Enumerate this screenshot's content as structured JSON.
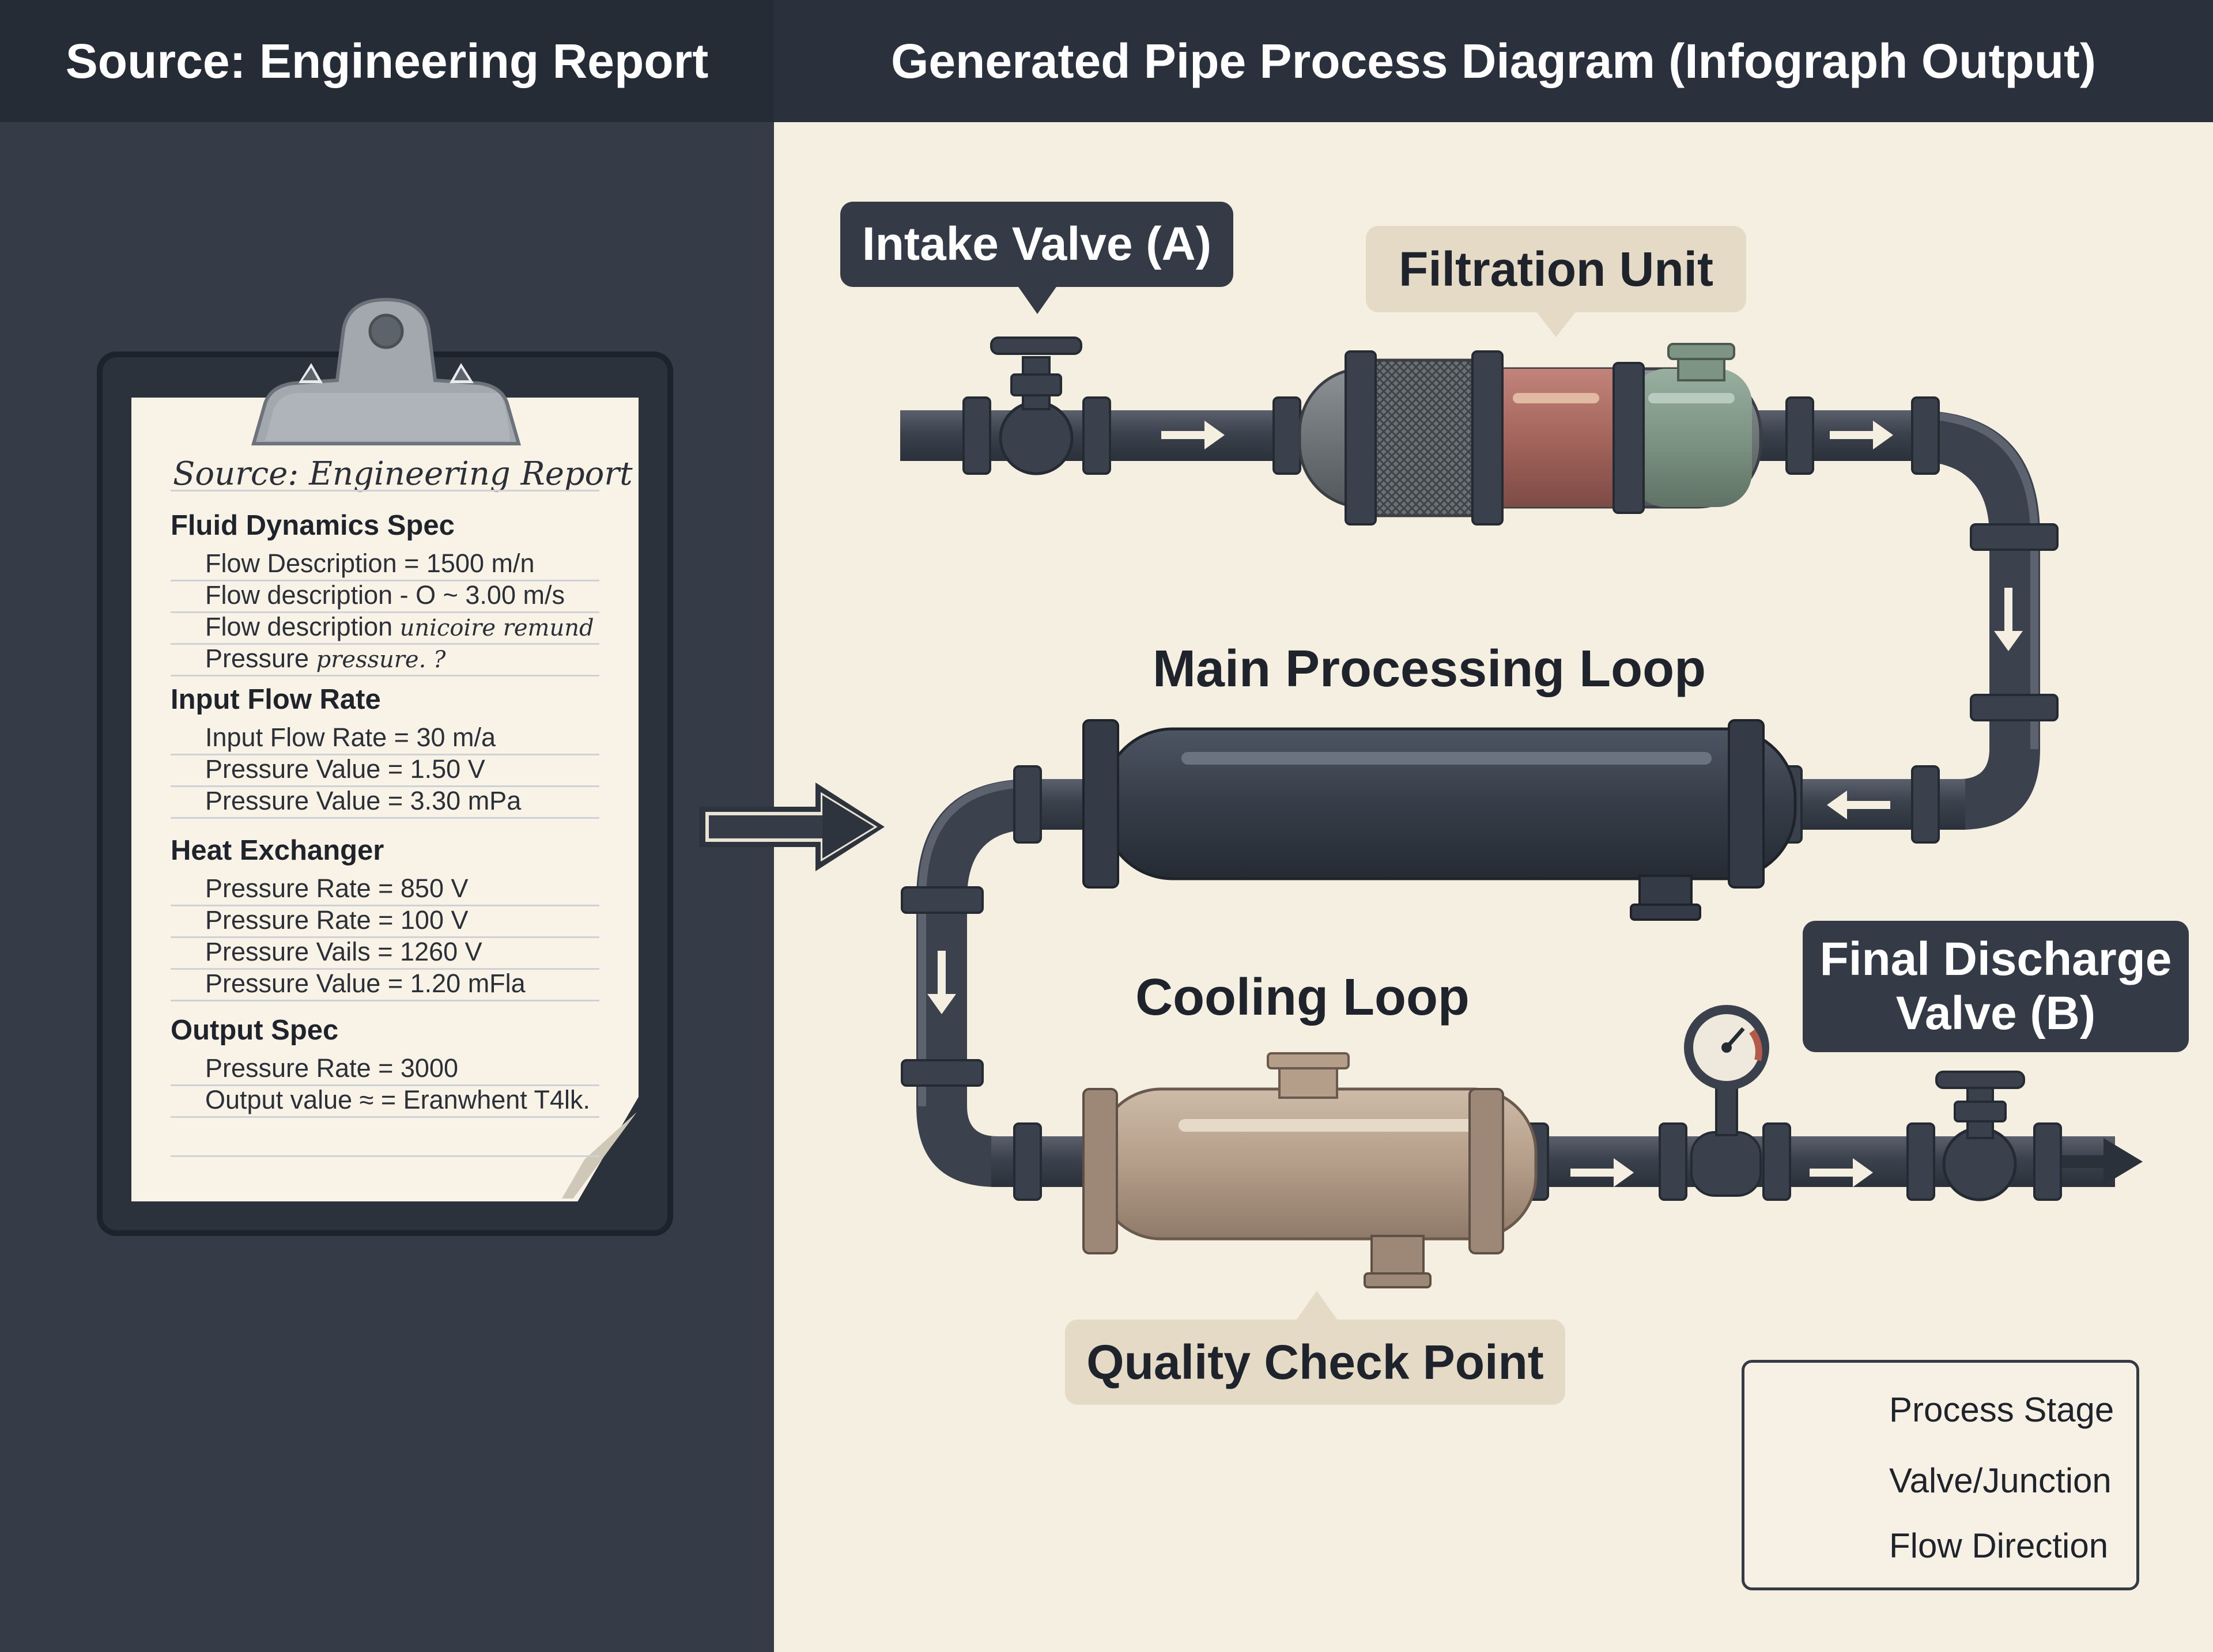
{
  "headers": {
    "left": "Source: Engineering Report",
    "right": "Generated Pipe Process Diagram (Infograph Output)"
  },
  "report": {
    "title": "Source: Engineering Report",
    "sections": [
      {
        "heading": "Fluid Dynamics Spec",
        "items": [
          {
            "text": "Flow Description = 1500 m/n",
            "note": ""
          },
          {
            "text": "Flow description - O ~ 3.00 m/s",
            "note": ""
          },
          {
            "text": "Flow description",
            "note": "unicoire remund"
          },
          {
            "text": "Pressure",
            "note": "pressure. ?"
          }
        ]
      },
      {
        "heading": "Input Flow Rate",
        "items": [
          {
            "text": "Input Flow Rate = 30 m/a",
            "note": ""
          },
          {
            "text": "Pressure Value = 1.50 V",
            "note": ""
          },
          {
            "text": "Pressure Value = 3.30 mPa",
            "note": ""
          }
        ]
      },
      {
        "heading": "Heat Exchanger",
        "items": [
          {
            "text": "Pressure Rate = 850 V",
            "note": ""
          },
          {
            "text": "Pressure Rate = 100 V",
            "note": ""
          },
          {
            "text": "Pressure Vails = 1260 V",
            "note": ""
          },
          {
            "text": "Pressure Value = 1.20 mFla",
            "note": ""
          }
        ]
      },
      {
        "heading": "Output Spec",
        "items": [
          {
            "text": "Pressure Rate = 3000",
            "note": ""
          },
          {
            "text": "Output value ≈ = Eranwhent T4lk.",
            "note": ""
          }
        ]
      }
    ]
  },
  "diagram": {
    "callouts": {
      "intake_valve": "Intake Valve (A)",
      "filtration_unit": "Filtration Unit",
      "final_discharge_line1": "Final Discharge",
      "final_discharge_line2": "Valve (B)",
      "quality_check": "Quality Check Point"
    },
    "stages": {
      "main_loop": "Main Processing Loop",
      "cooling_loop": "Cooling Loop"
    },
    "legend": {
      "process_stage": "Process Stage",
      "valve_junction": "Valve/Junction",
      "flow_direction": "Flow Direction"
    }
  },
  "colors": {
    "pipe": "#3d4450",
    "panel_dark": "#353c47",
    "background": "#f4efe1",
    "filter_red": "#a9685e",
    "filter_green": "#7f9685",
    "cooling_tan": "#b59f8c"
  }
}
